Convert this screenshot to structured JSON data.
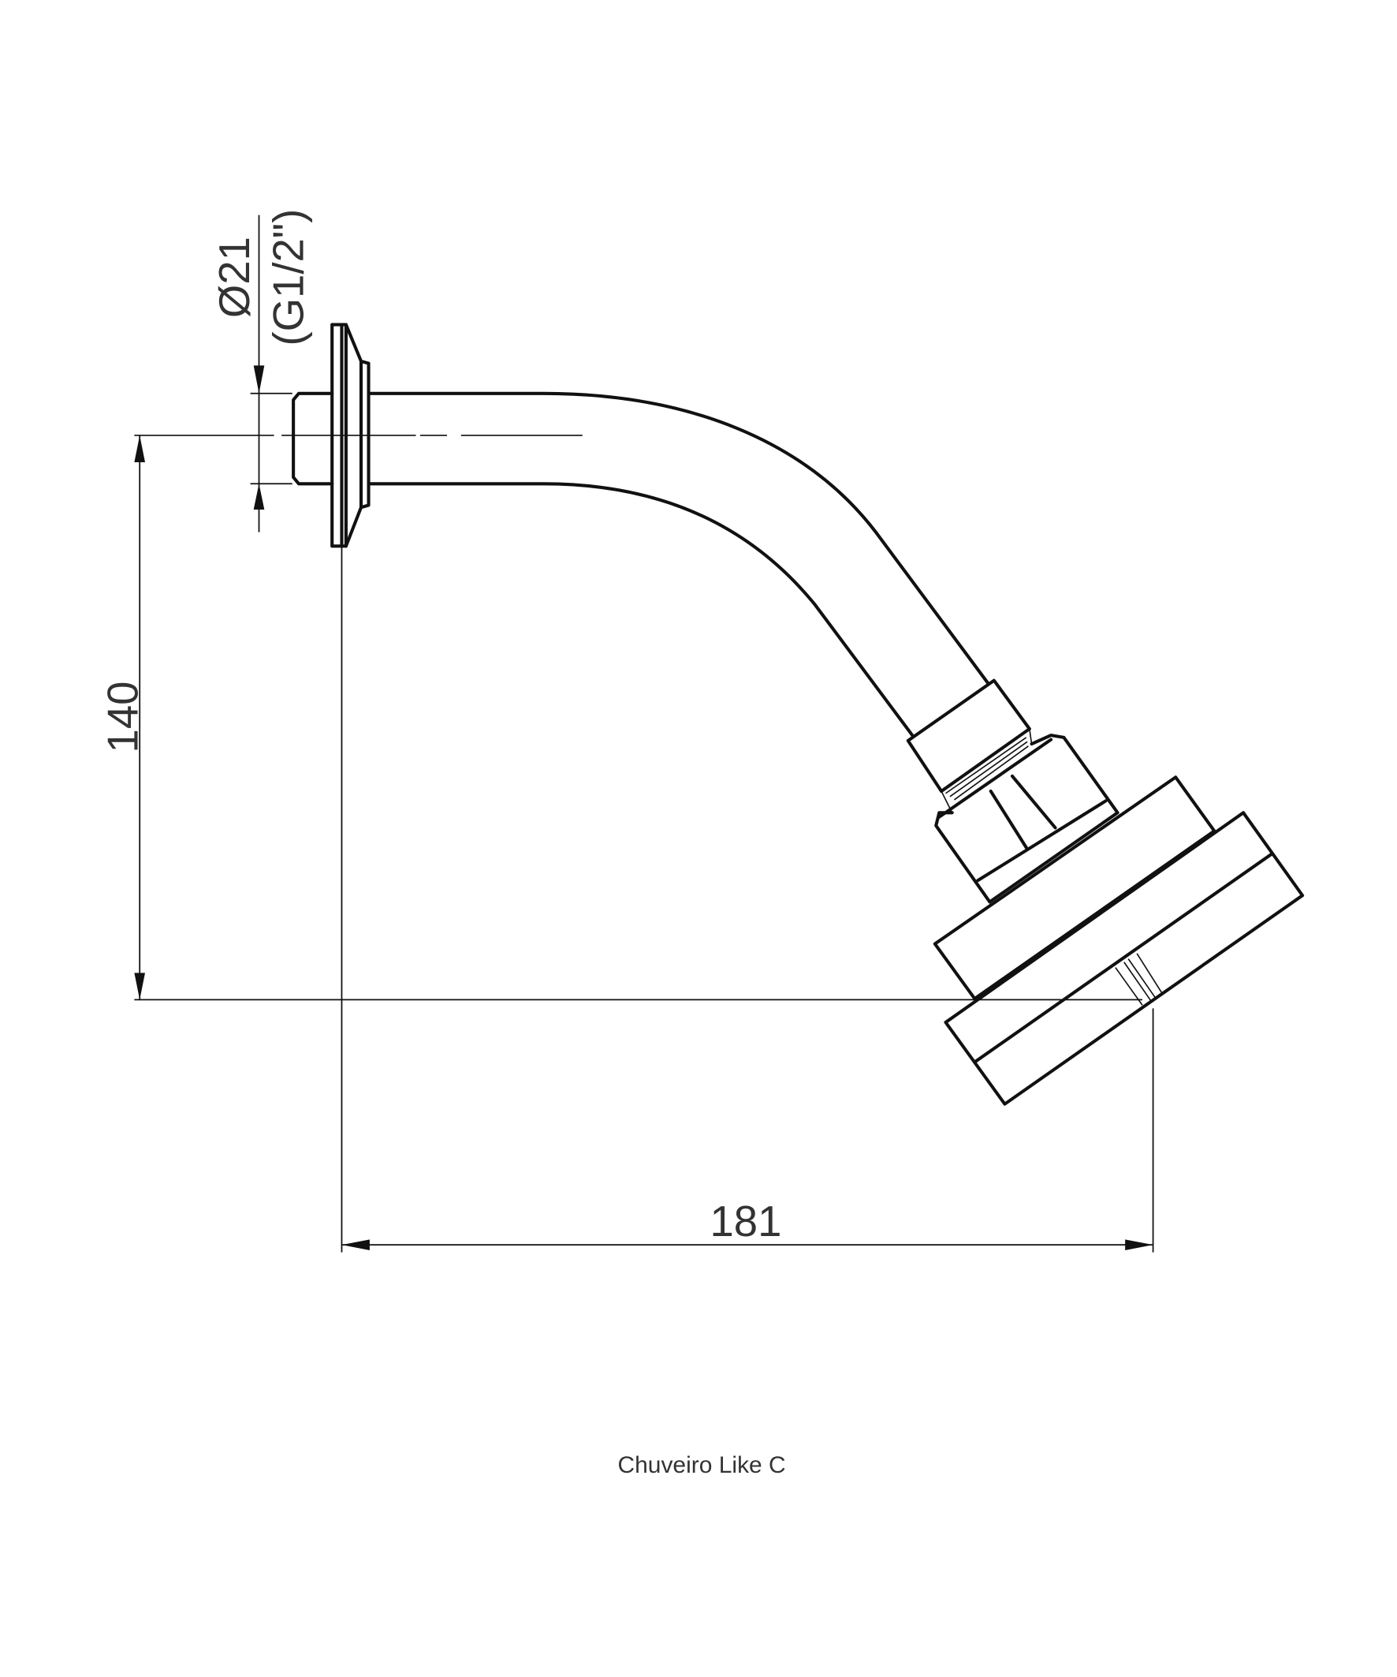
{
  "drawing": {
    "caption": "Chuveiro Like C",
    "dimensions": {
      "thread_diameter": "Ø21",
      "thread_spec": "(G1/2\")",
      "height": "140",
      "width": "181"
    },
    "colors": {
      "line": "#111111",
      "text": "#333333",
      "background": "#ffffff"
    }
  }
}
